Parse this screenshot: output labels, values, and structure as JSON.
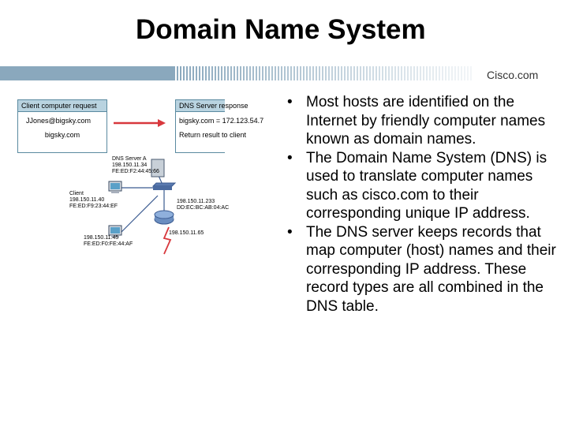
{
  "slide": {
    "title": "Domain Name System",
    "logo": "Cisco.com"
  },
  "diagram": {
    "request_box": {
      "header": "Client computer request",
      "query": "JJones@bigsky.com",
      "result": "bigsky.com"
    },
    "response_box": {
      "header": "DNS Server response",
      "answer": "bigsky.com = 172.123.54.7",
      "action": "Return result to client"
    },
    "server": {
      "name": "DNS Server A",
      "ip": "198.150.11.34",
      "mac": "FE:ED:F2:44:45:66"
    },
    "client": {
      "name": "Client",
      "ip": "198.150.11.40",
      "mac": "FE:ED:F9:23:44:EF"
    },
    "host_right": {
      "ip": "198.150.11.233",
      "mac": "DD:EC:BC:AB:04:AC"
    },
    "host_bottom": {
      "ip": "198.150.11.45",
      "mac": "FE:ED:F0:FE:44:AF"
    },
    "router": {
      "ip": "198.150.11.65"
    }
  },
  "bullets": [
    "Most hosts are identified on the Internet by friendly computer names known as domain names.",
    "The Domain Name System (DNS) is used to translate computer names such as cisco.com to their corresponding unique IP address.",
    "The DNS server keeps records that map computer (host) names and their corresponding IP address. These record types are all combined in the DNS table."
  ],
  "colors": {
    "bar": "#8aa8bd",
    "arrow": "#d8383d",
    "box_border": "#5a8aa0",
    "box_header": "#b9d3e0"
  }
}
